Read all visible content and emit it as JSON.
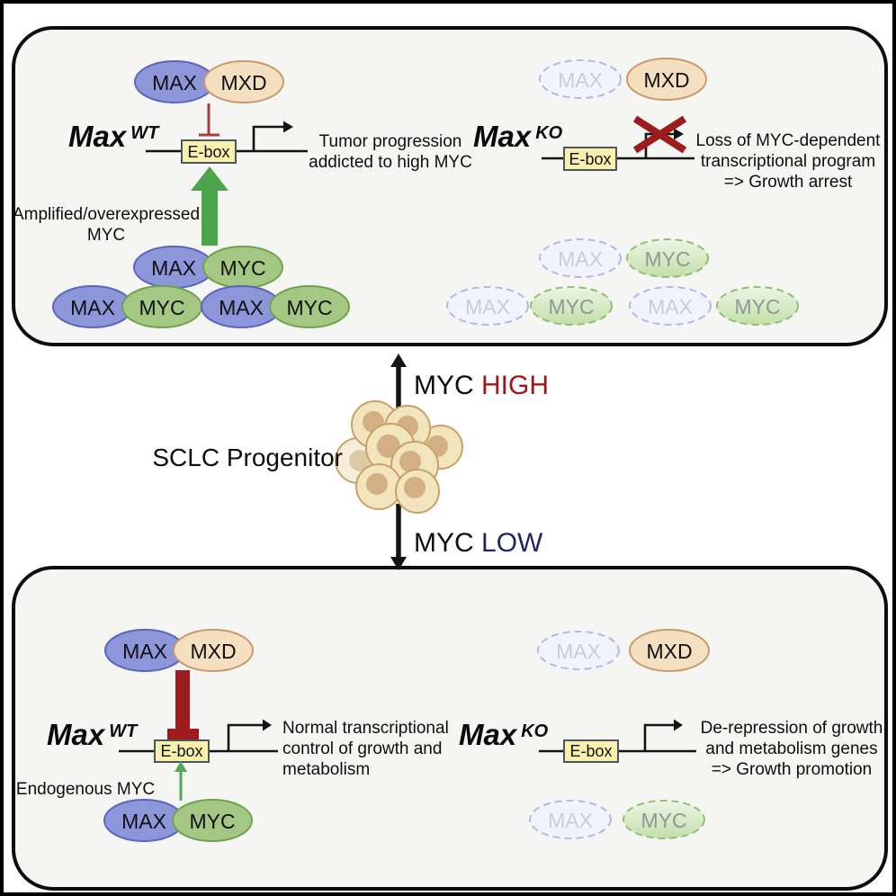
{
  "labels": {
    "max_protein": "MAX",
    "myc_protein": "MYC",
    "mxd_protein": "MXD",
    "ebox": "E-box",
    "max_gene": "Max",
    "wt_superscript": "WT",
    "ko_superscript": "KO"
  },
  "top_panel": {
    "wt": {
      "note_line1": "Amplified/overexpressed",
      "note_line2": "MYC",
      "result_line1": "Tumor progression",
      "result_line2": "addicted to high MYC"
    },
    "ko": {
      "result_line1": "Loss of MYC-dependent",
      "result_line2": "transcriptional program",
      "result_line3": "=> Growth arrest"
    }
  },
  "center": {
    "progenitor_label": "SCLC Progenitor",
    "high_prefix": "MYC",
    "high_level": "HIGH",
    "low_prefix": "MYC",
    "low_level": "LOW"
  },
  "bottom_panel": {
    "wt": {
      "note": "Endogenous MYC",
      "result_line1": "Normal transcriptional",
      "result_line2": "control of growth and",
      "result_line3": "metabolism"
    },
    "ko": {
      "result_line1": "De-repression of growth",
      "result_line2": "and metabolism genes",
      "result_line3": "=> Growth promotion"
    }
  },
  "colors": {
    "max_fill": "#8C96D9",
    "max_border": "#5964C0",
    "mxd_fill": "#F4DFC0",
    "mxd_border": "#C9996A",
    "myc_fill": "#A4C883",
    "myc_border": "#70A24D",
    "faded_max_fill": "#F2F4FB",
    "faded_max_border": "#B0BAE6",
    "faded_max_text": "#C7CCDD",
    "faded_myc_top": "#EDF5E6",
    "faded_myc_bottom": "#C2DFA8",
    "faded_myc_border": "#94BE73",
    "faded_myc_text": "#8F9797",
    "ebox_fill": "#F9F0AC",
    "ebox_border": "#4D565E",
    "red_dark": "#9E1B1E",
    "red_thin": "#A43F3C",
    "green_arrow": "#4CA44C",
    "green_thin": "#55A855",
    "high_red": "#A01515",
    "low_navy": "#1F2468",
    "cell_fill": "#F2E4BC",
    "cell_light_fill": "#F6EEDA",
    "cell_border": "#C7A268",
    "nucleus": "#D2B083",
    "nucleus_light": "#DCCAA6",
    "panel_bg": "#F5F5F3"
  }
}
